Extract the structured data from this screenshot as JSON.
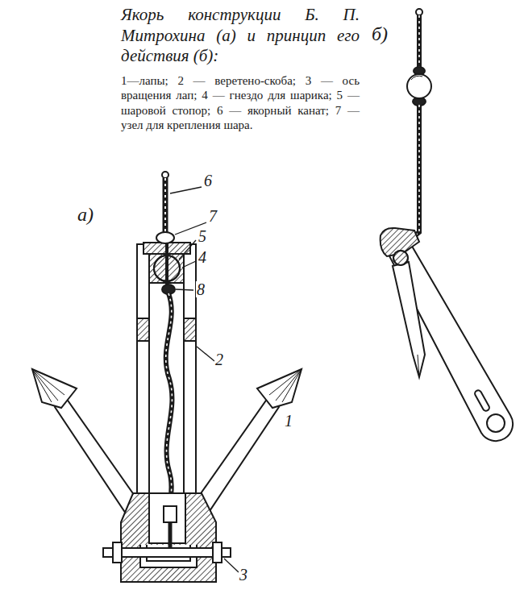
{
  "diagram": {
    "title": "Якорь конструкции Б. П. Митрохина (а) и принцип его действия (б):",
    "caption": "1—лапы; 2 — веретено-скоба; 3 — ось вращения лап; 4 — гнездо для шарика; 5 — шаровой стопор; 6 — якорный канат; 7 — узел для крепления шара.",
    "labels": [
      "а)",
      "6",
      "7",
      "5",
      "4",
      "8",
      "2",
      "1",
      "3",
      "б)"
    ]
  }
}
